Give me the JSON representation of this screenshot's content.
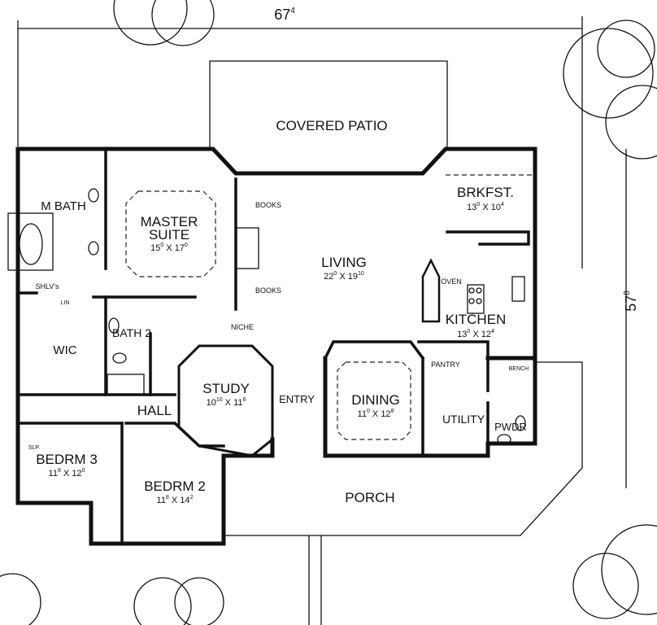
{
  "dimensions": {
    "width": "67",
    "width_sup": "4",
    "depth": "57",
    "depth_sup": "8"
  },
  "rooms": {
    "covered_patio": {
      "name": "COVERED PATIO"
    },
    "brkfst": {
      "name": "BRKFST.",
      "w": "13",
      "w_sup": "0",
      "d": "10",
      "d_sup": "4"
    },
    "master_suite": {
      "name1": "MASTER",
      "name2": "SUITE",
      "w": "15",
      "w_sup": "0",
      "d": "17",
      "d_sup": "0"
    },
    "m_bath": {
      "name": "M BATH"
    },
    "living": {
      "name": "LIVING",
      "w": "22",
      "w_sup": "0",
      "d": "19",
      "d_sup": "10"
    },
    "kitchen": {
      "name": "KITCHEN",
      "w": "13",
      "w_sup": "0",
      "d": "12",
      "d_sup": "4"
    },
    "bath2": {
      "name": "BATH 2"
    },
    "wic": {
      "name": "WIC"
    },
    "study": {
      "name": "STUDY",
      "w": "10",
      "w_sup": "10",
      "d": "11",
      "d_sup": "6"
    },
    "entry": {
      "name": "ENTRY"
    },
    "dining": {
      "name": "DINING",
      "w": "11",
      "w_sup": "0",
      "d": "12",
      "d_sup": "8"
    },
    "utility": {
      "name": "UTILITY"
    },
    "pwdr": {
      "name": "PWDR"
    },
    "hall": {
      "name": "HALL"
    },
    "bedrm3": {
      "name": "BEDRM 3",
      "w": "11",
      "w_sup": "8",
      "d": "12",
      "d_sup": "0"
    },
    "bedrm2": {
      "name": "BEDRM 2",
      "w": "11",
      "w_sup": "8",
      "d": "14",
      "d_sup": "2"
    },
    "porch": {
      "name": "PORCH"
    }
  },
  "labels": {
    "books": "BOOKS",
    "niche": "NICHE",
    "oven": "OVEN",
    "pantry": "PANTRY",
    "bench": "BENCH",
    "shlvs": "SHLV's",
    "lin": "LIN",
    "slp": "SLP."
  }
}
